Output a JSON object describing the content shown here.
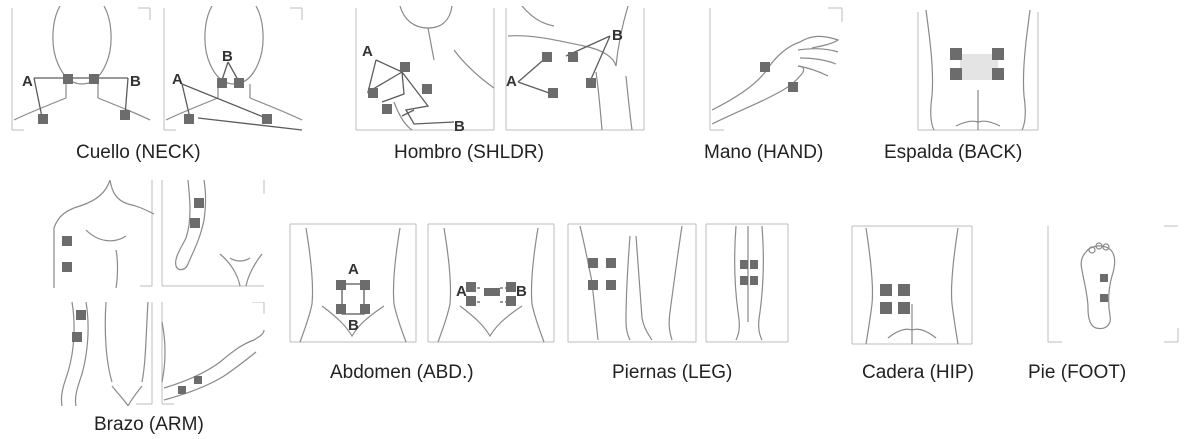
{
  "captions": {
    "neck": "Cuello (NECK)",
    "shoulder": "Hombro (SHLDR)",
    "hand": "Mano (HAND)",
    "back": "Espalda (BACK)",
    "arm": "Brazo (ARM)",
    "abdomen": "Abdomen (ABD.)",
    "leg": "Piernas (LEG)",
    "hip": "Cadera (HIP)",
    "foot": "Pie (FOOT)"
  },
  "channel_labels": {
    "a": "A",
    "b": "B"
  },
  "colors": {
    "pad": "#6c6c6c",
    "outline": "#8a8a8a",
    "wire": "#5c5c5c"
  }
}
